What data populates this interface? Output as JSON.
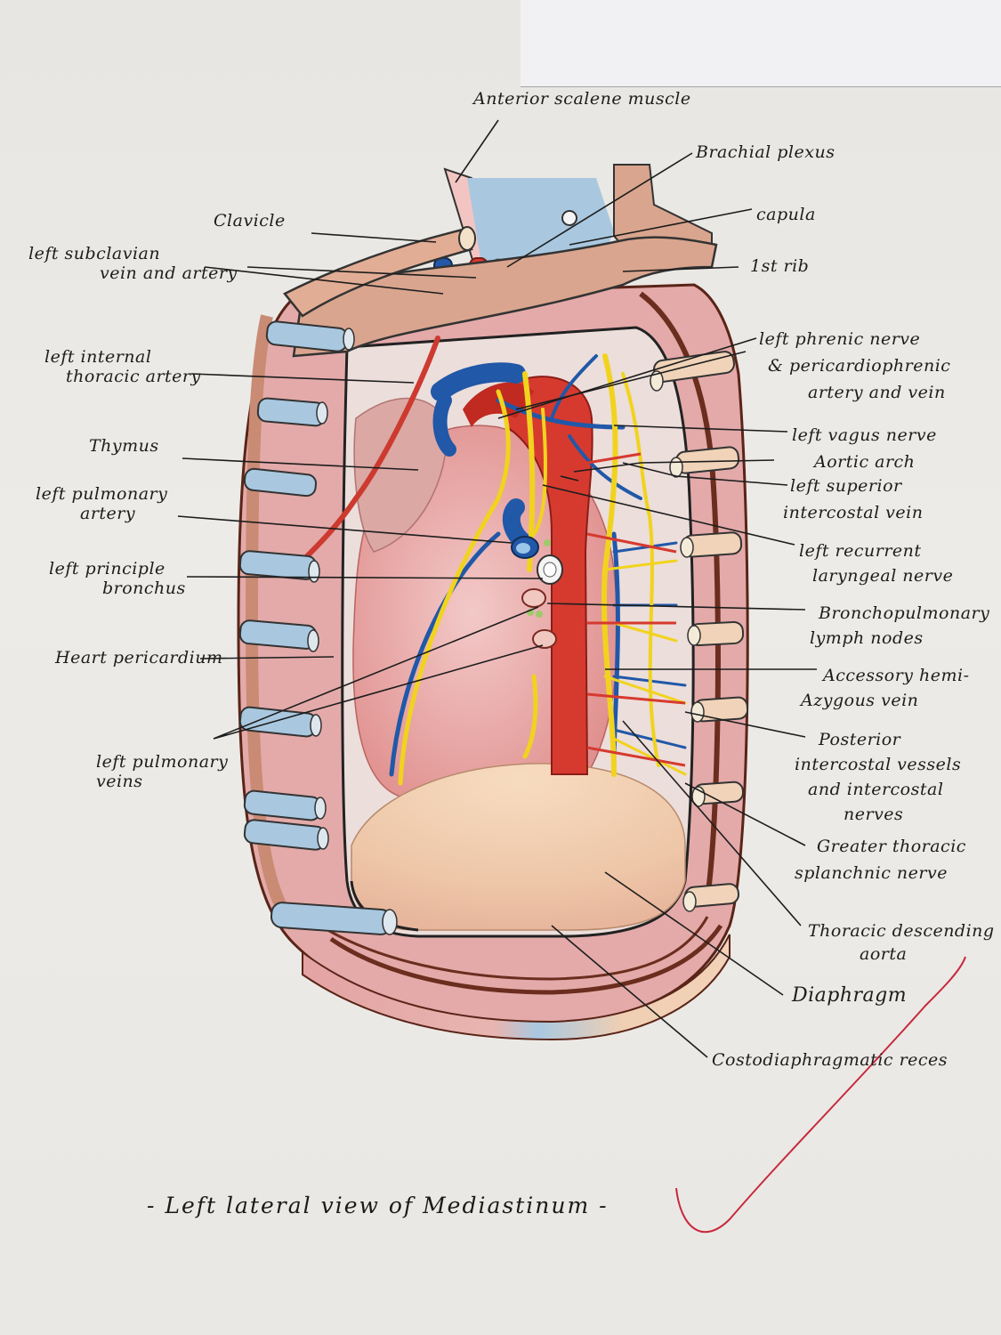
{
  "labels": {
    "anterior_scalene": "Anterior scalene muscle",
    "brachial_plexus": "Brachial plexus",
    "clavicle": "Clavicle",
    "capula": "capula",
    "left_subclavian_1": "left subclavian",
    "left_subclavian_2": "vein and artery",
    "first_rib": "1st rib",
    "left_internal_thoracic_1": "left internal",
    "left_internal_thoracic_2": "thoracic artery",
    "left_phrenic_1": "left phrenic nerve",
    "left_phrenic_2": "& pericardiophrenic",
    "left_phrenic_3": "artery and vein",
    "thymus": "Thymus",
    "left_vagus": "left vagus nerve",
    "aortic_arch": "Aortic arch",
    "left_superior_1": "left superior",
    "left_superior_2": "intercostal vein",
    "left_pulmonary_artery_1": "left pulmonary",
    "left_pulmonary_artery_2": "artery",
    "left_recurrent_1": "left recurrent",
    "left_recurrent_2": "laryngeal nerve",
    "left_principle_1": "left principle",
    "left_principle_2": "bronchus",
    "broncho_1": "Bronchopulmonary",
    "broncho_2": "lymph nodes",
    "heart_pericardium": "Heart pericardium",
    "accessory_1": "Accessory hemi-",
    "accessory_2": "Azygous vein",
    "posterior_1": "Posterior",
    "posterior_2": "intercostal vessels",
    "posterior_3": "and intercostal",
    "posterior_4": "nerves",
    "left_pulmonary_veins_1": "left pulmonary",
    "left_pulmonary_veins_2": "veins",
    "greater_1": "Greater thoracic",
    "greater_2": "splanchnic nerve",
    "thoracic_desc_1": "Thoracic descending",
    "thoracic_desc_2": "aorta",
    "diaphragm": "Diaphragm",
    "costodiaphragmatic": "Costodiaphragmatic reces"
  },
  "caption": "- Left lateral view of Mediastinum -",
  "colors": {
    "paper": "#ebe9e5",
    "ink": "#1d1d1d",
    "rib": "#d9a58e",
    "muscle": "#dfa3a2",
    "artery": "#d63a2f",
    "vein": "#2158a8",
    "nerve": "#f1d31f",
    "blue_rib": "#a9c8e0",
    "diaphragm": "#f0d1b9",
    "border": "#6b2d1e",
    "grade_mark": "#c8283c"
  }
}
